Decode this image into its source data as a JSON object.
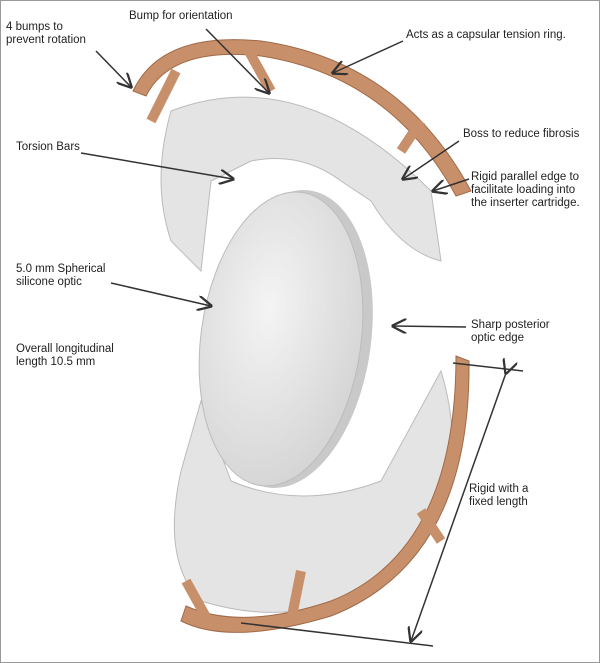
{
  "labels": {
    "bump_orientation": "Bump for orientation",
    "four_bumps_1": "4 bumps to",
    "four_bumps_2": "prevent rotation",
    "tension_ring": "Acts as a capsular tension ring.",
    "torsion_bars": "Torsion Bars",
    "boss": "Boss to reduce fibrosis",
    "rigid_edge_1": "Rigid parallel edge to",
    "rigid_edge_2": "facilitate loading into",
    "rigid_edge_3": "the inserter cartridge.",
    "optic_1": "5.0 mm Spherical",
    "optic_2": "silicone optic",
    "length_1": "Overall longitudinal",
    "length_2": "length 10.5 mm",
    "posterior_1": "Sharp posterior",
    "posterior_2": "optic edge",
    "fixed_1": "Rigid with a",
    "fixed_2": "fixed length"
  },
  "colors": {
    "haptic": "#c8906a",
    "body": "#e6e6e6",
    "arrow": "#333333"
  }
}
